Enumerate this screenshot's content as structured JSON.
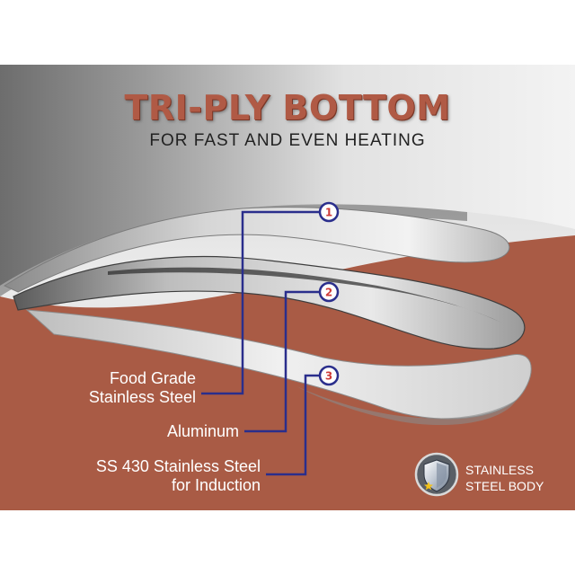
{
  "header": {
    "title": "TRI-PLY BOTTOM",
    "subtitle": "FOR FAST AND EVEN HEATING"
  },
  "layers": [
    {
      "number": "1",
      "label_line1": "Food Grade",
      "label_line2": "Stainless Steel"
    },
    {
      "number": "2",
      "label_line1": "Aluminum"
    },
    {
      "number": "3",
      "label_line1": "SS 430 Stainless Steel",
      "label_line2": "for Induction"
    }
  ],
  "badge": {
    "line1": "STAINLESS",
    "line2": "STEEL BODY",
    "icon": "shield-icon"
  },
  "colors": {
    "brown_background": "#a95b45",
    "title_color": "#b05a45",
    "leader_line": "#2a2e8c",
    "marker_number": "#cf3b38"
  }
}
